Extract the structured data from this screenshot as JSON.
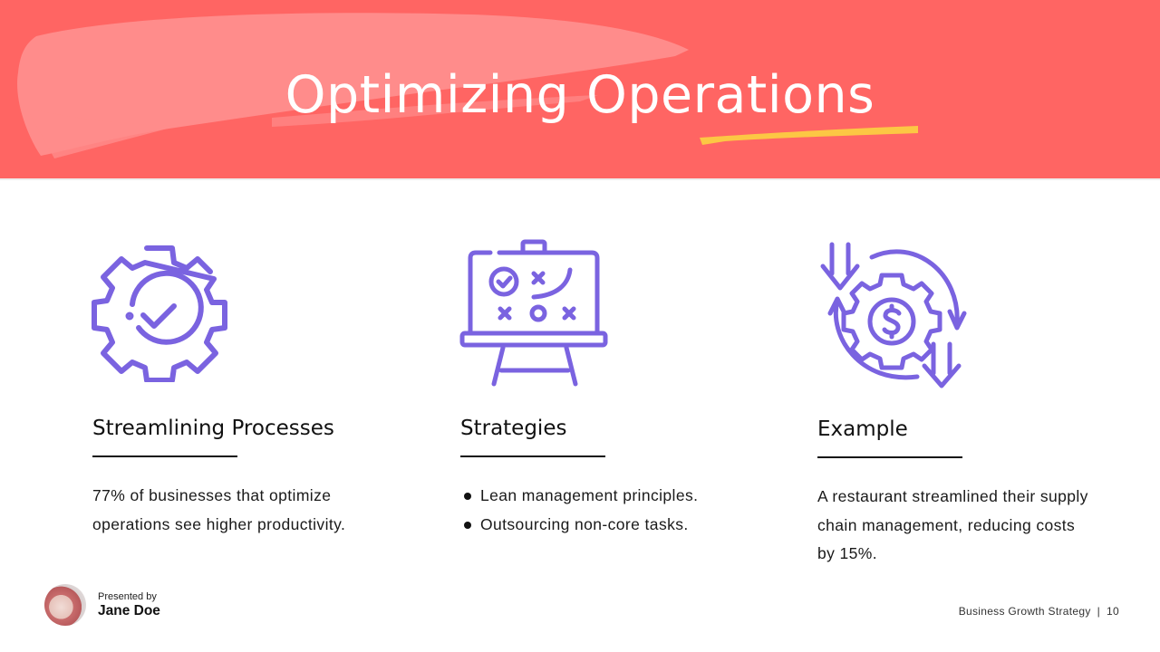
{
  "header": {
    "title": "Optimizing Operations",
    "background_color": "#ff6563",
    "brush_color": "#ff8c8b",
    "accent_underline_color": "#fcc744"
  },
  "icon_color": "#7a63e0",
  "columns": [
    {
      "icon": "gear-check-icon",
      "title": "Streamlining Processes",
      "body": "77% of businesses that optimize operations see higher productivity."
    },
    {
      "icon": "strategy-board-icon",
      "title": "Strategies",
      "bullets": [
        "Lean management principles.",
        "Outsourcing non-core tasks."
      ]
    },
    {
      "icon": "cost-reduction-cycle-icon",
      "title": "Example",
      "body": "A restaurant streamlined their supply chain management, reducing costs by 15%."
    }
  ],
  "presenter": {
    "label": "Presented by",
    "name": "Jane Doe"
  },
  "footer": {
    "deck_title": "Business Growth Strategy",
    "separator": "|",
    "page_number": "10"
  }
}
